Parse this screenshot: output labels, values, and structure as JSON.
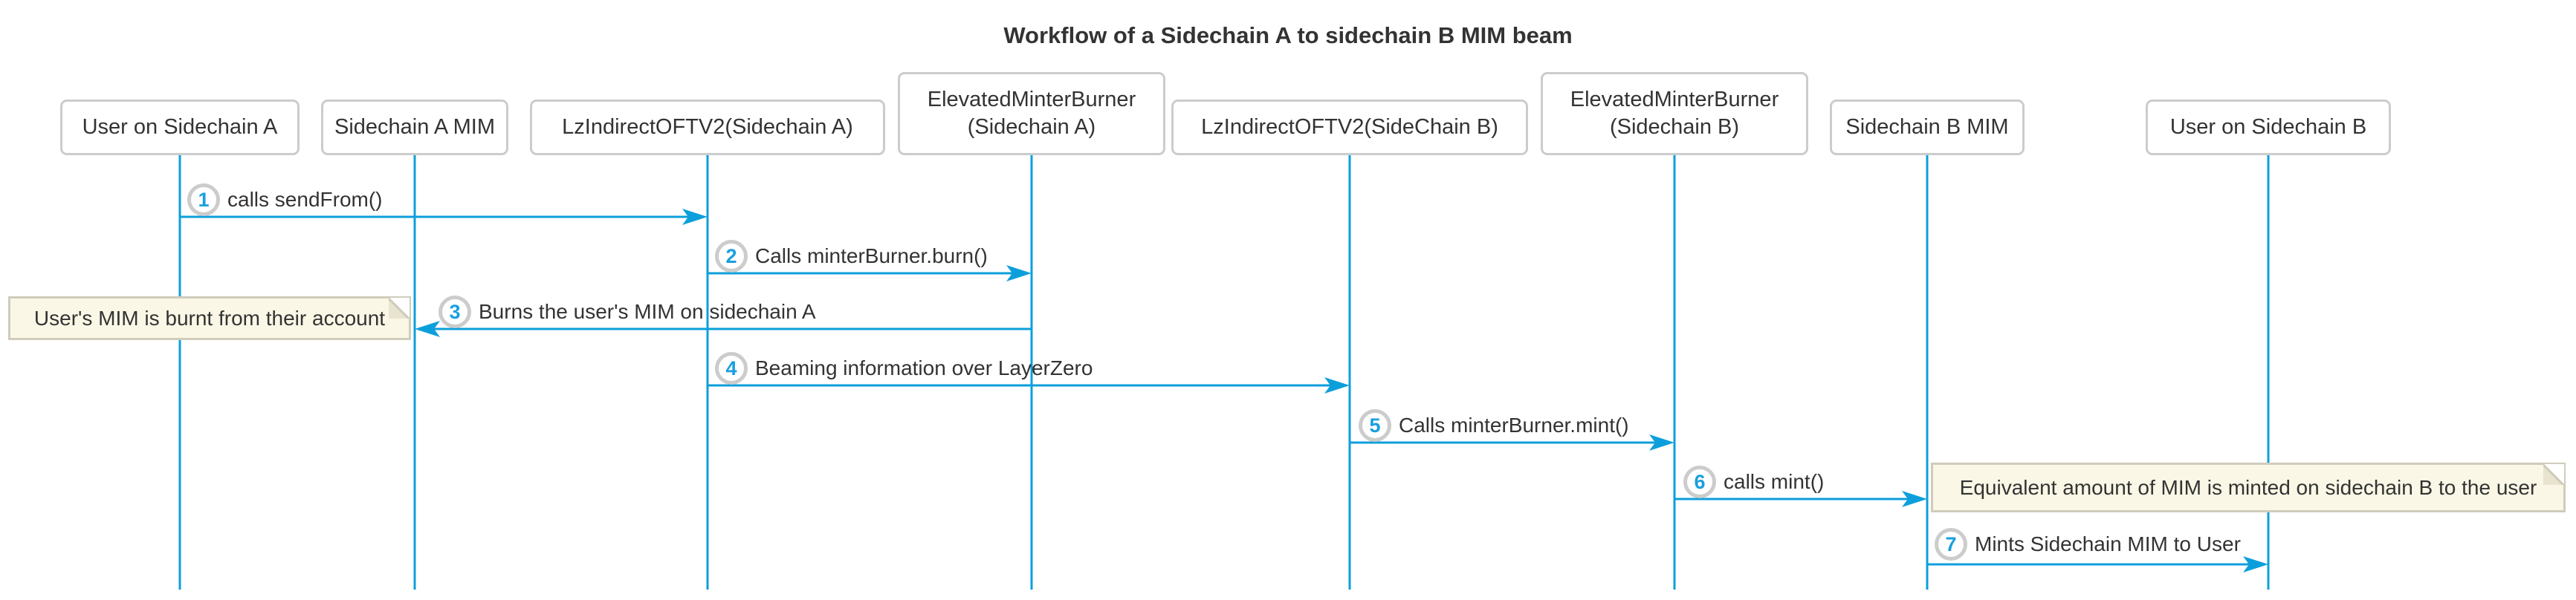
{
  "title": "Workflow of a Sidechain A to sidechain B MIM beam",
  "diagram_type": "sequence-diagram",
  "colors": {
    "line_blue": "#0d9fdb",
    "number_blue": "#189fe0",
    "text": "#333333",
    "actor_border": "#cccccc",
    "note_fill": "#faf7e6",
    "note_border": "#cfccbc"
  },
  "participants": [
    {
      "label": "User on Sidechain A"
    },
    {
      "label": "Sidechain A MIM"
    },
    {
      "label": "LzIndirectOFTV2(Sidechain A)"
    },
    {
      "label": "ElevatedMinterBurner\n(Sidechain A)"
    },
    {
      "label": "LzIndirectOFTV2(SideChain B)"
    },
    {
      "label": "ElevatedMinterBurner\n(Sidechain B)"
    },
    {
      "label": "Sidechain B MIM"
    },
    {
      "label": "User on Sidechain B"
    }
  ],
  "messages": [
    {
      "num": "1",
      "text": "calls sendFrom()",
      "from": "User on Sidechain A",
      "to": "LzIndirectOFTV2(Sidechain A)"
    },
    {
      "num": "2",
      "text": "Calls minterBurner.burn()",
      "from": "LzIndirectOFTV2(Sidechain A)",
      "to": "ElevatedMinterBurner (Sidechain A)"
    },
    {
      "num": "3",
      "text": "Burns the user's MIM on sidechain A",
      "from": "ElevatedMinterBurner (Sidechain A)",
      "to": "Sidechain A MIM"
    },
    {
      "num": "4",
      "text": "Beaming information over LayerZero",
      "from": "LzIndirectOFTV2(Sidechain A)",
      "to": "LzIndirectOFTV2(SideChain B)"
    },
    {
      "num": "5",
      "text": "Calls minterBurner.mint()",
      "from": "LzIndirectOFTV2(SideChain B)",
      "to": "ElevatedMinterBurner (Sidechain B)"
    },
    {
      "num": "6",
      "text": "calls mint()",
      "from": "ElevatedMinterBurner (Sidechain B)",
      "to": "Sidechain B MIM"
    },
    {
      "num": "7",
      "text": "Mints Sidechain MIM to User",
      "from": "Sidechain B MIM",
      "to": "User on Sidechain B"
    }
  ],
  "notes": [
    {
      "text": "User's MIM is burnt from their account",
      "position": "left of Sidechain A MIM"
    },
    {
      "text": "Equivalent amount of MIM is minted on sidechain B to the user",
      "position": "right of Sidechain B MIM"
    }
  ]
}
